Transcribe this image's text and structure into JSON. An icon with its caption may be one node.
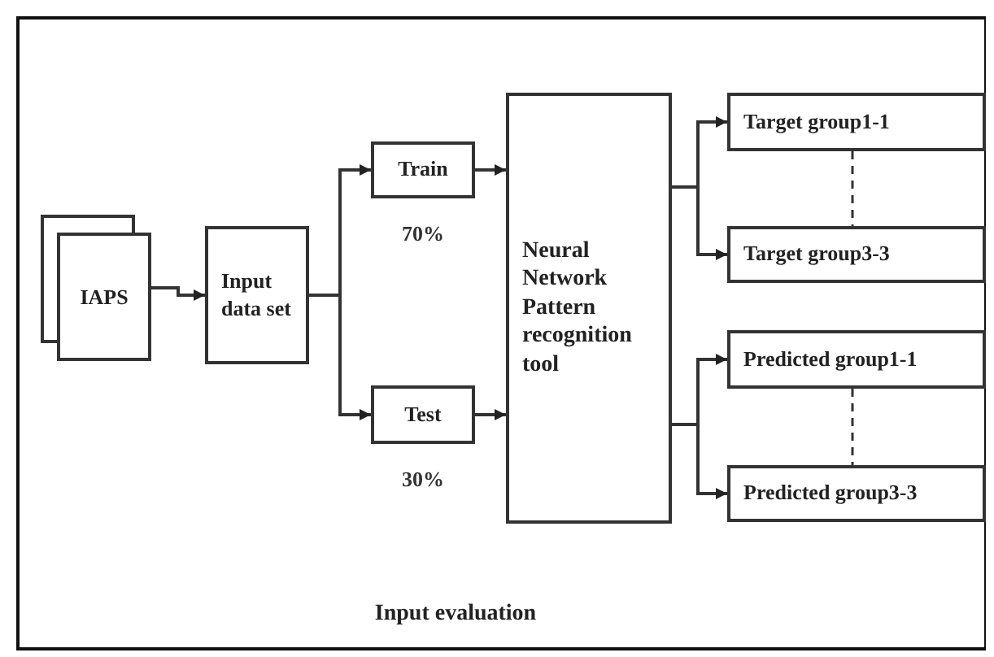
{
  "diagram": {
    "caption": "Input evaluation",
    "nodes": [
      {
        "text": [
          "IAPS"
        ]
      },
      {
        "text": [
          "Input data set"
        ]
      },
      {
        "text": [
          "Train"
        ],
        "beside": [
          "70%"
        ]
      },
      {
        "text": [
          "Test"
        ],
        "beside": [
          "30%"
        ]
      },
      {
        "text": [
          "Neural Network Pattern recognition tool"
        ]
      },
      {
        "text": [
          "Target group1-1"
        ]
      },
      {
        "text": [
          "Target group3-3"
        ]
      },
      {
        "text": [
          "Predicted group1-1"
        ]
      },
      {
        "text": [
          "Predicted group3-3"
        ]
      }
    ],
    "edges": [
      {
        "from": 0,
        "to": 1,
        "arrow": "to"
      },
      {
        "from": 1,
        "to": 2,
        "arrow": "to"
      },
      {
        "from": 1,
        "to": 3,
        "arrow": "to"
      },
      {
        "from": 2,
        "to": 4,
        "arrow": "to"
      },
      {
        "from": 3,
        "to": 4,
        "arrow": "to"
      },
      {
        "from": 4,
        "to": 5,
        "arrow": "to"
      },
      {
        "from": 4,
        "to": 6,
        "arrow": "to"
      },
      {
        "from": 4,
        "to": 7,
        "arrow": "to"
      },
      {
        "from": 4,
        "to": 8,
        "arrow": "to"
      },
      {
        "from": 5,
        "to": 6,
        "arrow": "none",
        "style": "dashed"
      },
      {
        "from": 7,
        "to": 8,
        "arrow": "none",
        "style": "dashed"
      }
    ]
  }
}
